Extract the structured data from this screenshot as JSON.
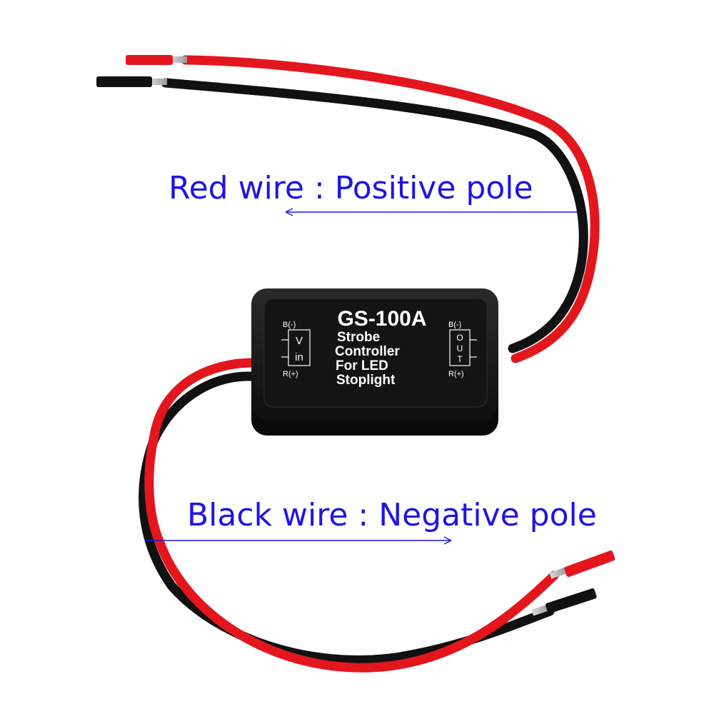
{
  "callouts": {
    "red_wire": "Red wire : Positive pole",
    "black_wire": "Black wire : Negative pole"
  },
  "module": {
    "model": "GS-100A",
    "description_lines": [
      "Strobe",
      "Controller",
      "For LED",
      "Stoplight"
    ],
    "input": {
      "top_terminal": "B(-)",
      "bottom_terminal": "R(+)",
      "label_chars": [
        "V",
        "in"
      ]
    },
    "output": {
      "top_terminal": "B(-)",
      "bottom_terminal": "R(+)",
      "label_chars": [
        "O",
        "U",
        "T"
      ]
    }
  },
  "colors": {
    "callout_text": "#1f14e6",
    "red_wire": "#e4161d",
    "black_wire": "#111111",
    "module_body": "#1a1a1a"
  }
}
